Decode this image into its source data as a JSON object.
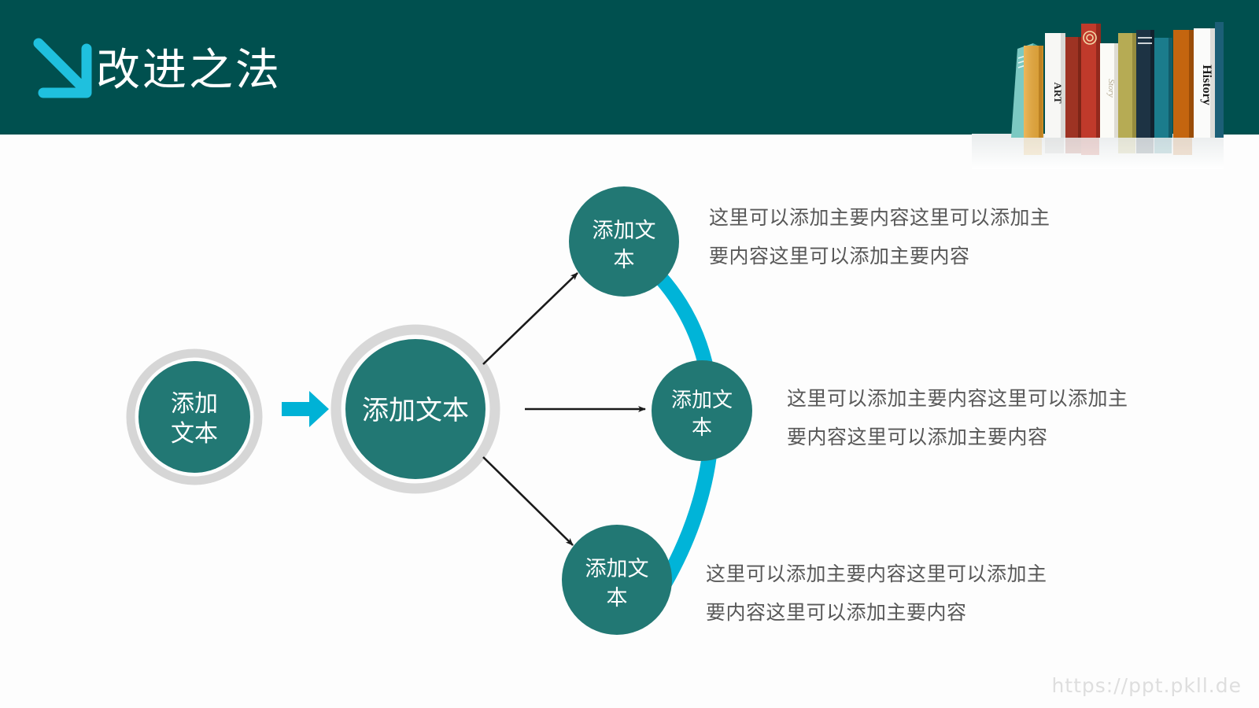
{
  "header": {
    "title": "改进之法",
    "icon": "arrow-down-right-icon",
    "band_color": "#00504F",
    "icon_color": "#1FC0DE",
    "title_color": "#FFFFFF"
  },
  "decoration": {
    "books_label": "books-illustration",
    "book_spines": [
      "",
      "",
      "ART",
      "",
      "Story",
      "",
      "",
      "",
      "",
      "History",
      ""
    ]
  },
  "diagram": {
    "accent_cyan": "#00B4D8",
    "node_teal": "#1F7570",
    "ring_gray": "#D6D6D6",
    "arrow_dark": "#1A1A1A",
    "start_node": {
      "label": "添加文本",
      "line1": "添加",
      "line2": "文本"
    },
    "hub_node": {
      "label": "添加文本"
    },
    "branches": [
      {
        "node_line1": "添加文",
        "node_line2": "本",
        "text_line1": "这里可以添加主要内容这里可以添加主",
        "text_line2": "要内容这里可以添加主要内容"
      },
      {
        "node_line1": "添加文",
        "node_line2": "本",
        "text_line1": "这里可以添加主要内容这里可以添加主",
        "text_line2": "要内容这里可以添加主要内容"
      },
      {
        "node_line1": "添加文",
        "node_line2": "本",
        "text_line1": "这里可以添加主要内容这里可以添加主",
        "text_line2": "要内容这里可以添加主要内容"
      }
    ]
  },
  "footer": {
    "url": "https://ppt.pkll.de",
    "url_color": "#DEDEDE"
  }
}
